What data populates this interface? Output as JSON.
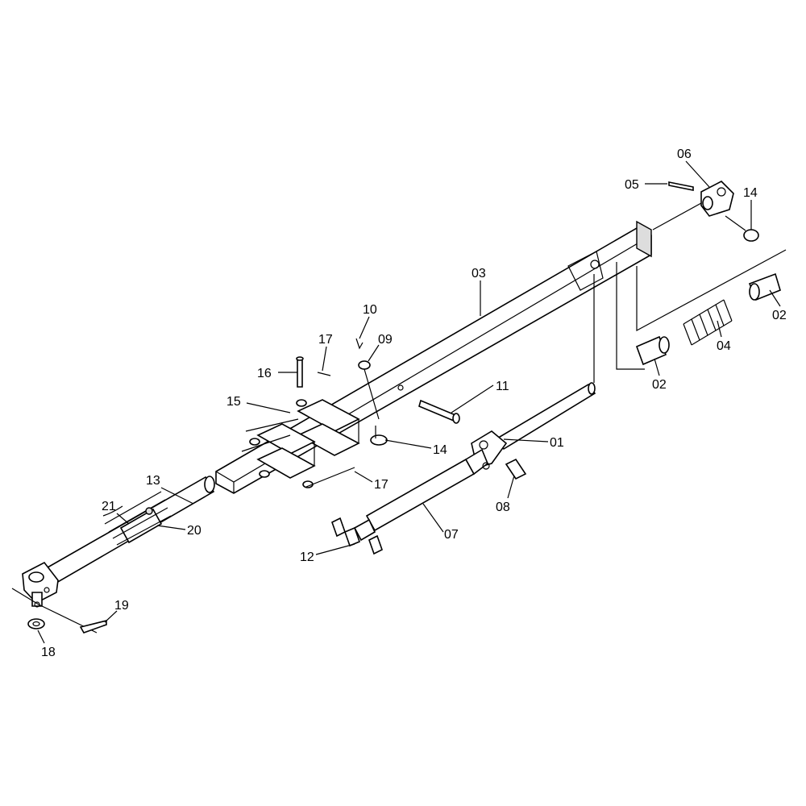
{
  "diagram": {
    "title": "Exploded parts diagram",
    "callouts": [
      {
        "id": "06",
        "text": "06"
      },
      {
        "id": "05",
        "text": "05"
      },
      {
        "id": "14a",
        "text": "14"
      },
      {
        "id": "03",
        "text": "03"
      },
      {
        "id": "02a",
        "text": "02"
      },
      {
        "id": "04",
        "text": "04"
      },
      {
        "id": "02b",
        "text": "02"
      },
      {
        "id": "10",
        "text": "10"
      },
      {
        "id": "09",
        "text": "09"
      },
      {
        "id": "17a",
        "text": "17"
      },
      {
        "id": "16",
        "text": "16"
      },
      {
        "id": "15",
        "text": "15"
      },
      {
        "id": "11",
        "text": "11"
      },
      {
        "id": "14b",
        "text": "14"
      },
      {
        "id": "01",
        "text": "01"
      },
      {
        "id": "17b",
        "text": "17"
      },
      {
        "id": "08",
        "text": "08"
      },
      {
        "id": "13",
        "text": "13"
      },
      {
        "id": "21",
        "text": "21"
      },
      {
        "id": "20",
        "text": "20"
      },
      {
        "id": "07",
        "text": "07"
      },
      {
        "id": "12",
        "text": "12"
      },
      {
        "id": "19",
        "text": "19"
      },
      {
        "id": "18",
        "text": "18"
      }
    ]
  }
}
